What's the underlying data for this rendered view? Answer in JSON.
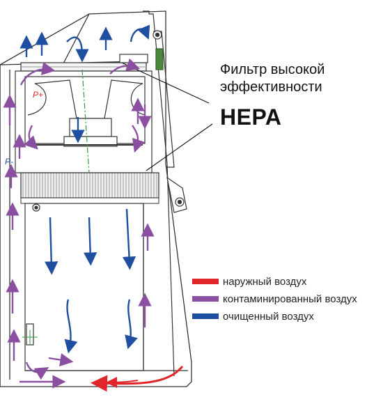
{
  "labels": {
    "filter_line1": "Фильтр высокой",
    "filter_line2": "эффективности",
    "hepa": "HEPA",
    "p_plus": "P+",
    "p_minus": "P-"
  },
  "legend": [
    {
      "label": "наружный воздух",
      "color": "#e0262b",
      "icon": "red-line"
    },
    {
      "label": "контаминированный воздух",
      "color": "#8a4fa0",
      "icon": "purple-line"
    },
    {
      "label": "очищенный воздух",
      "color": "#1f4fa0",
      "icon": "blue-line"
    }
  ],
  "colors": {
    "outline": "#333333",
    "outside_air": "#e0262b",
    "contaminated_air": "#8a4fa0",
    "clean_air": "#1f4fa0",
    "sash": "#2e7d32",
    "center_line": "#2e9b3e"
  }
}
